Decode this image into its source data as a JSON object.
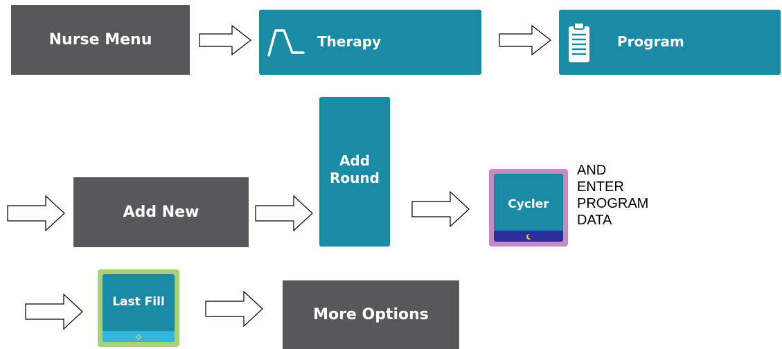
{
  "colors": {
    "gray": "#58585a",
    "teal": "#1a8ba4",
    "cycler_frame": "#c48ac6",
    "cycler_strip": "#2b2e9b",
    "lastfill_frame": "#a7d27a",
    "lastfill_strip": "#33b6de"
  },
  "steps": {
    "nurse_menu": "Nurse Menu",
    "therapy": "Therapy",
    "program": "Program",
    "add_new": "Add New",
    "add_round_line1": "Add",
    "add_round_line2": "Round",
    "cycler": "Cycler",
    "last_fill": "Last Fill",
    "more_options": "More Options"
  },
  "note": {
    "line1": "AND",
    "line2": "ENTER",
    "line3": "PROGRAM",
    "line4": "DATA"
  },
  "icons": {
    "therapy": "therapy-curve-icon",
    "program": "clipboard-icon",
    "cycler": "moon-icon",
    "last_fill": "sun-icon",
    "arrow": "right-arrow-icon"
  }
}
